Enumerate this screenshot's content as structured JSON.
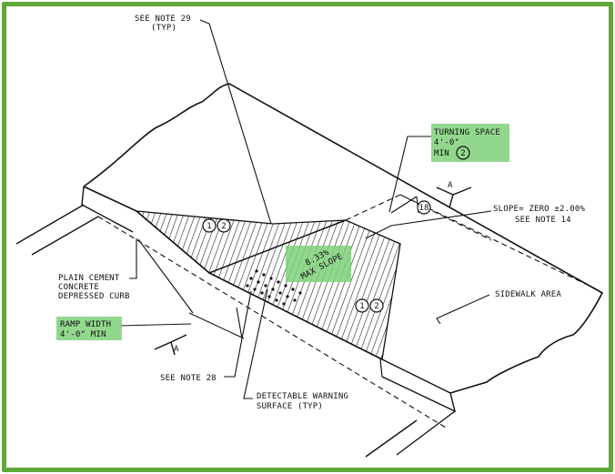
{
  "colors": {
    "frame": "#5fa83a",
    "highlight": "#7fd07a",
    "ink": "#111111"
  },
  "labels": {
    "see_note_29_line1": "SEE NOTE 29",
    "see_note_29_line2": "(TYP)",
    "turning_space_line1": "TURNING SPACE",
    "turning_space_line2": "4'-0\"",
    "turning_space_line3": "MIN",
    "turning_space_circle": "2",
    "section_a_top": "A",
    "section_a_bottom": "A",
    "note_18": "18",
    "slope_line1": "SLOPE= ZERO ±2.00%",
    "slope_line2": "SEE NOTE 14",
    "max_slope_line1": "8.33%",
    "max_slope_line2": "MAX SLOPE",
    "circle_1": "1",
    "circle_2": "2",
    "plain_cement_line1": "PLAIN CEMENT",
    "plain_cement_line2": "CONCRETE",
    "plain_cement_line3": "DEPRESSED CURB",
    "sidewalk_area": "SIDEWALK AREA",
    "ramp_width_line1": "RAMP WIDTH",
    "ramp_width_line2": "4'-0\" MIN",
    "see_note_28": "SEE NOTE 28",
    "detectable_line1": "DETECTABLE WARNING",
    "detectable_line2": "SURFACE (TYP)"
  }
}
